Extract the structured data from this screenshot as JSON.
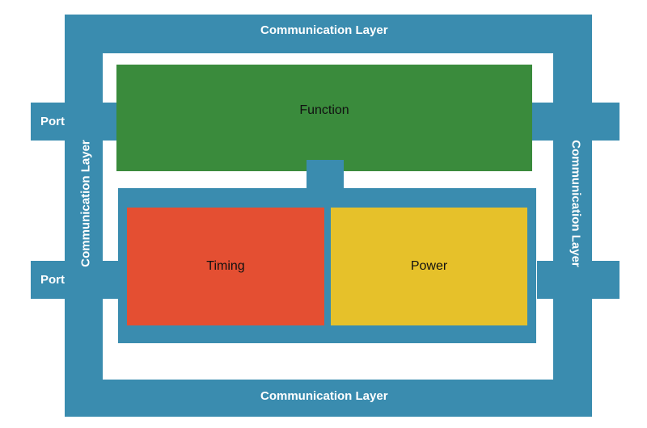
{
  "diagram": {
    "outer_layer": {
      "top_label": "Communication Layer",
      "bottom_label": "Communication Layer",
      "left_label": "Communication Layer",
      "right_label": "Communication Layer"
    },
    "ports": [
      {
        "label": "Port"
      },
      {
        "label": "Port"
      }
    ],
    "function_block": {
      "label": "Function"
    },
    "timing_block": {
      "label": "Timing"
    },
    "power_block": {
      "label": "Power"
    }
  },
  "colors": {
    "communication_layer": "#3a8caf",
    "function": "#3a8b3c",
    "timing": "#e44f32",
    "power": "#e6c12a"
  }
}
